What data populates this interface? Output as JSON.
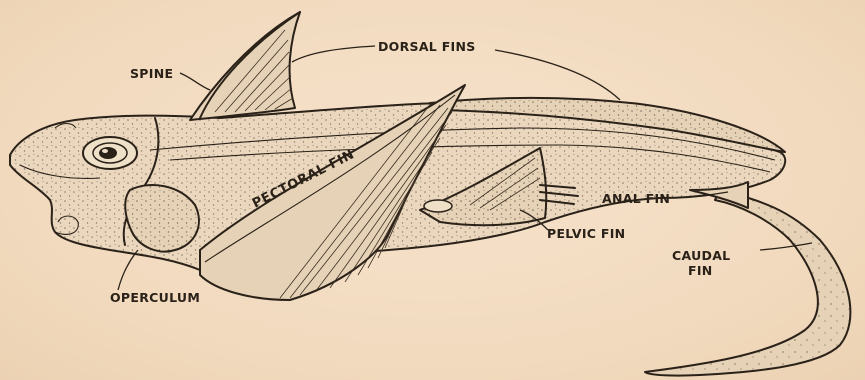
{
  "labels": {
    "spine": "SPINE",
    "dorsal_fins": "DORSAL FINS",
    "pectoral_fin": "PECTORAL FIN",
    "anal_fin": "ANAL FIN",
    "pelvic_fin": "PELVIC FIN",
    "caudal_fin_line1": "CAUDAL",
    "caudal_fin_line2": "FIN",
    "operculum": "OPERCULUM"
  }
}
